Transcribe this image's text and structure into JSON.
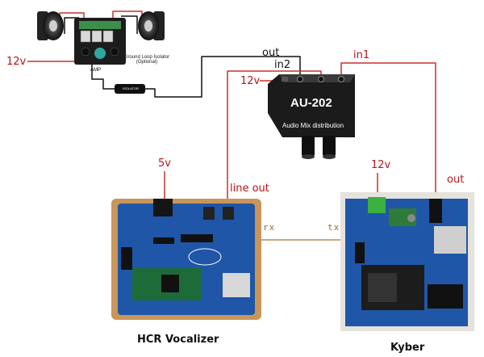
{
  "amp_section": {
    "power_label": "12v",
    "amp_label": "AMP",
    "isolator_label": "Ground Loop Isolator (Optional)",
    "isolator_device_text": "ISOLATOR"
  },
  "au202": {
    "title": "AU-202",
    "subtitle": "Audio Mix distribution",
    "power_label": "12v",
    "out_label": "out",
    "in2_label": "in2",
    "in1_label": "in1"
  },
  "vocalizer": {
    "caption": "HCR Vocalizer",
    "power_label": "5v",
    "line_out_label": "line out",
    "rx_label": "rx"
  },
  "kyber": {
    "caption": "Kyber",
    "power_label": "12v",
    "out_label": "out",
    "tx_label": "tx"
  },
  "colors": {
    "power_wire": "#c8312f",
    "audio_wire": "#111111",
    "serial_wire": "#b98a5e",
    "pcb_blue": "#1f56a8",
    "au202_body": "#1b1b1b"
  }
}
